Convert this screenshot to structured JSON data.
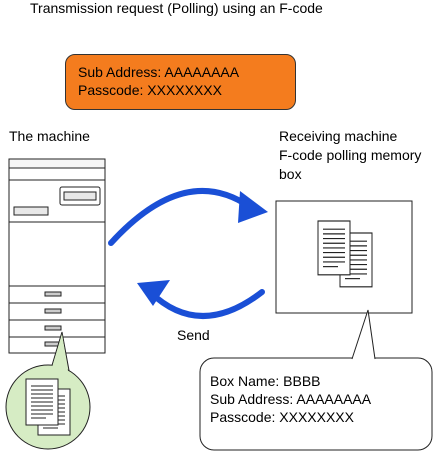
{
  "title": "Transmission request (Polling) using an F-code",
  "request": {
    "sub_address": "Sub Address: AAAAAAAA",
    "passcode": "Passcode: XXXXXXXX",
    "color": "#f47c1e"
  },
  "machine_label": "The machine",
  "receiving": {
    "line1": "Receiving machine",
    "line2": "F-code polling memory",
    "line3": "box"
  },
  "send_label": "Send",
  "memory_box": {
    "box_name": "Box Name: BBBB",
    "sub_address": "Sub Address: AAAAAAAA",
    "passcode": "Passcode: XXXXXXXX"
  },
  "colors": {
    "arrow": "#1a4fd6",
    "document_circle": "#d6ecc4"
  }
}
